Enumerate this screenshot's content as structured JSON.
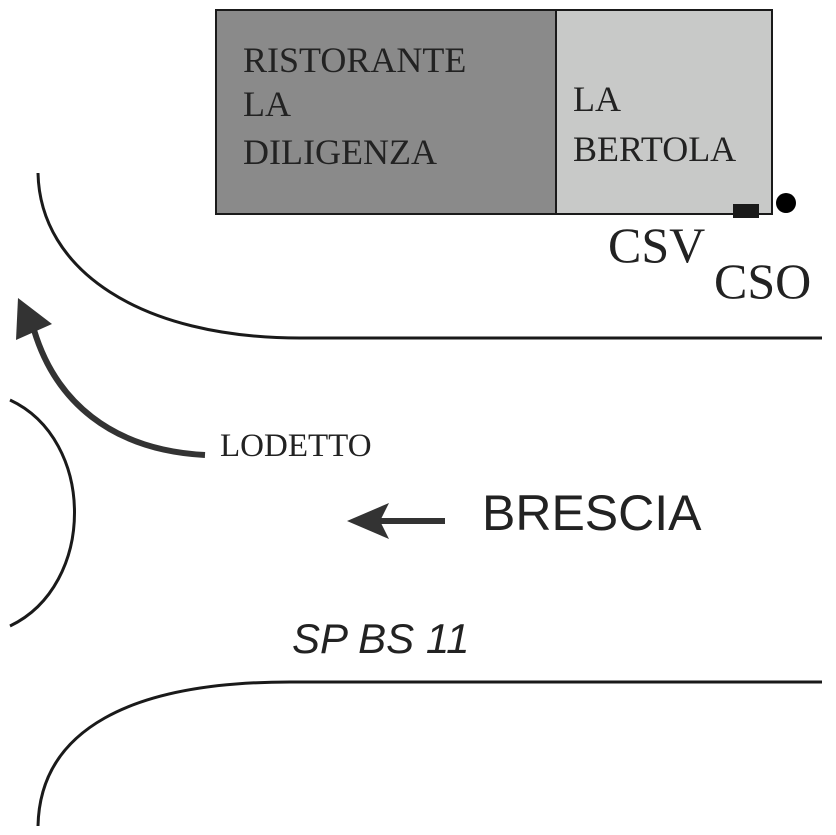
{
  "buildings": [
    {
      "id": "ristorante",
      "lines": [
        "RISTORANTE",
        "LA",
        "DILIGENZA"
      ],
      "fill": "#8a8a8a"
    },
    {
      "id": "bertola",
      "lines": [
        "LA",
        "BERTOLA"
      ],
      "fill": "#c8c9c8"
    }
  ],
  "markers": {
    "csv_label": "CSV",
    "cso_label": "CSO"
  },
  "roads": {
    "road_name": "SP BS 11"
  },
  "directions": {
    "lodetto": "LODETTO",
    "brescia": "BRESCIA"
  },
  "colors": {
    "line": "#1a1a1a",
    "arrow": "#333333",
    "text": "#222222"
  }
}
